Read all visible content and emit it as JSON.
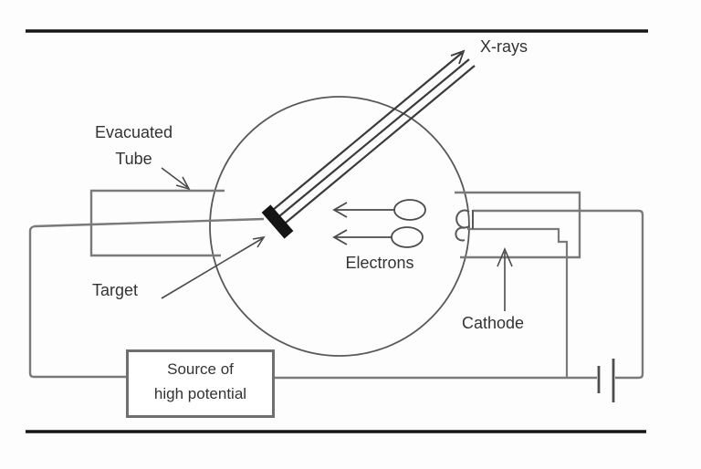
{
  "diagram": {
    "title": "X-ray tube schematic",
    "labels": {
      "xrays": "X-rays",
      "evacuated_line1": "Evacuated",
      "evacuated_line2": "Tube",
      "electrons": "Electrons",
      "cathode": "Cathode",
      "target": "Target",
      "source_line1": "Source of",
      "source_line2": "high potential"
    },
    "parts": {
      "bulb": "evacuated glass bulb",
      "target": "target anode block",
      "filament": "cathode filament coil",
      "electron_arrows": "electrons moving toward target",
      "xray_beam": "x-ray beam leaving target",
      "battery": "battery cell symbol",
      "source_box": "source of high potential"
    },
    "colors": {
      "background": "#fdfdfd",
      "border_bar": "#161616",
      "wire": "#7a7a7a",
      "outline": "#4f4f4f",
      "ink": "#141414",
      "text": "#333333",
      "box_fill": "#ffffff"
    }
  }
}
